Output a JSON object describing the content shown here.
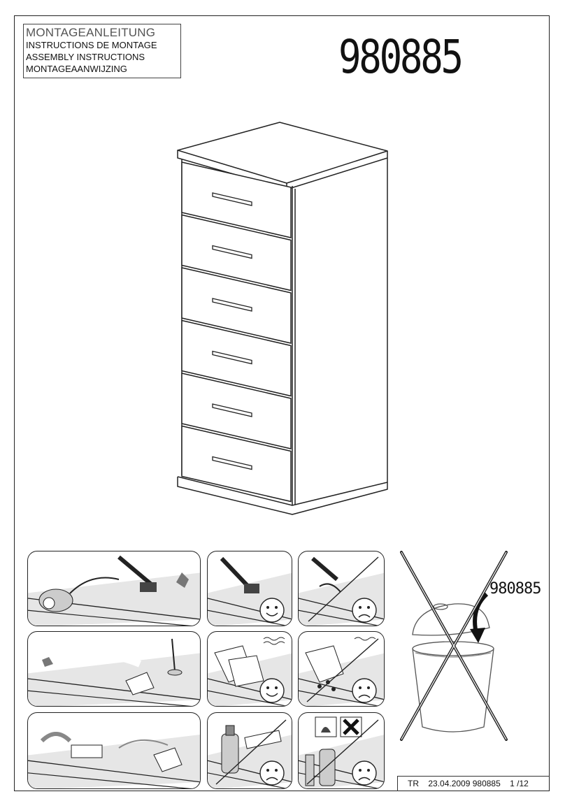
{
  "header": {
    "title_lines": [
      "MONTAGEANLEITUNG",
      "INSTRUCTIONS DE MONTAGE",
      "ASSEMBLY INSTRUCTIONS",
      "MONTAGEAANWIJZING"
    ],
    "model_number": "980885"
  },
  "product": {
    "drawer_count": 6
  },
  "care_panels": [
    {
      "id": "vacuum",
      "verdict": "ok"
    },
    {
      "id": "soft-brush",
      "verdict": "happy"
    },
    {
      "id": "hard-scraper",
      "verdict": "sad"
    },
    {
      "id": "spot-wipe",
      "verdict": "ok"
    },
    {
      "id": "dry-cloth",
      "verdict": "happy"
    },
    {
      "id": "wet-cloth",
      "verdict": "sad"
    },
    {
      "id": "gentle-sponge",
      "verdict": "ok"
    },
    {
      "id": "cleaning-agents",
      "verdict": "sad"
    },
    {
      "id": "solvent-sprays",
      "verdict": "sad"
    }
  ],
  "disposal": {
    "label": "980885",
    "icon": "crossed-out-trash-bin-icon"
  },
  "footer": {
    "lang": "TR",
    "date_code": "23.04.2009 980885",
    "page": "1 /12"
  }
}
